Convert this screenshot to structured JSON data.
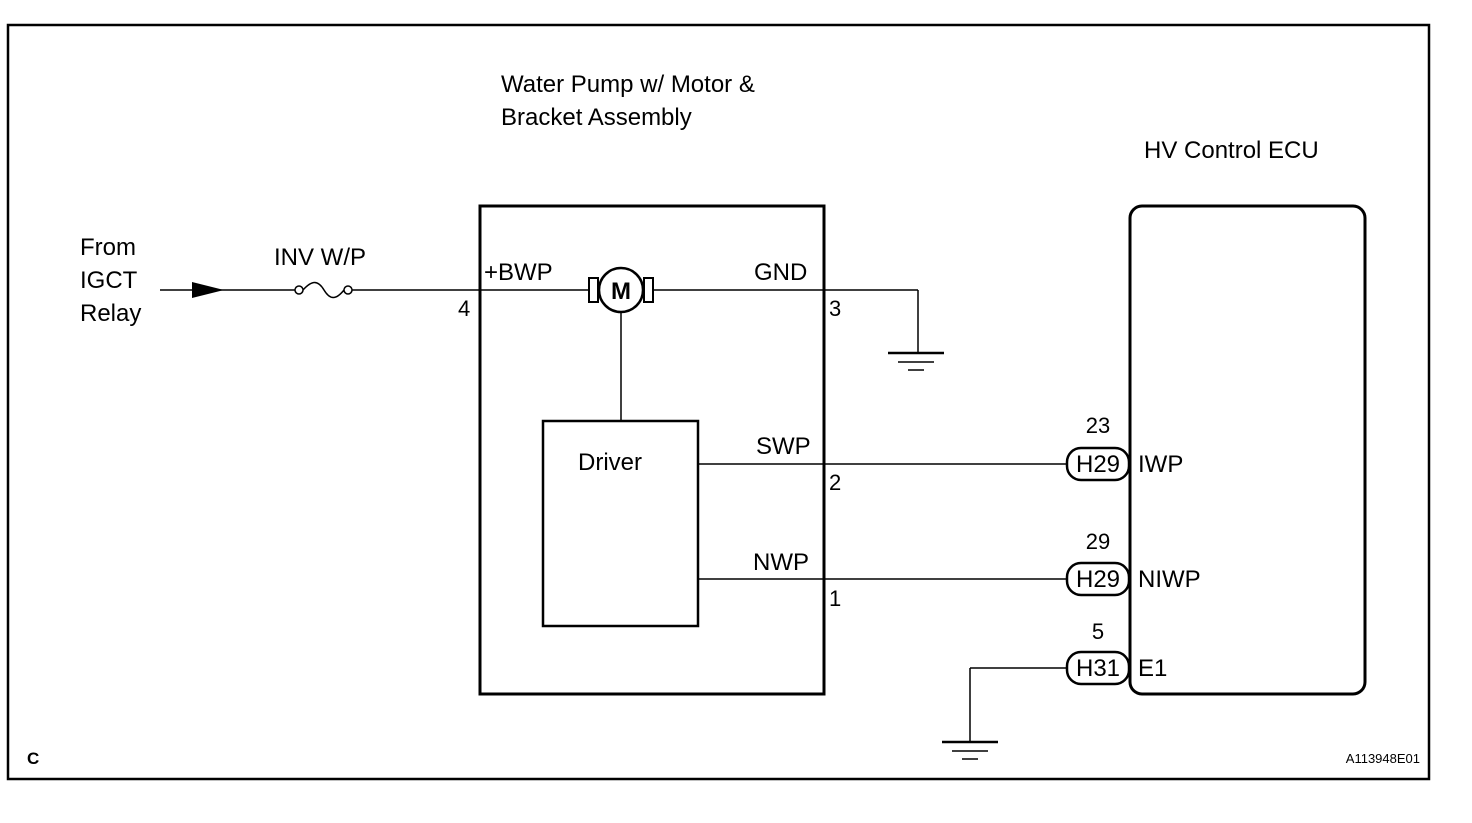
{
  "water_pump": {
    "title_line1": "Water Pump w/ Motor &",
    "title_line2": "Bracket Assembly",
    "terminals": {
      "bwp": "+BWP",
      "gnd": "GND",
      "swp": "SWP",
      "nwp": "NWP"
    },
    "pins": {
      "bwp": "4",
      "gnd": "3",
      "swp": "2",
      "nwp": "1"
    },
    "motor_label": "M",
    "driver_label": "Driver"
  },
  "source": {
    "line1": "From",
    "line2": "IGCT",
    "line3": "Relay"
  },
  "fuse_label": "INV W/P",
  "ecu": {
    "title": "HV Control ECU",
    "terminals": {
      "iwp": "IWP",
      "niwp": "NIWP",
      "e1": "E1"
    },
    "pins": {
      "iwp": "23",
      "niwp": "29",
      "e1": "5"
    },
    "connectors": {
      "iwp": "H29",
      "niwp": "H29",
      "e1": "H31"
    }
  },
  "corner_label": "C",
  "figure_id": "A113948E01"
}
